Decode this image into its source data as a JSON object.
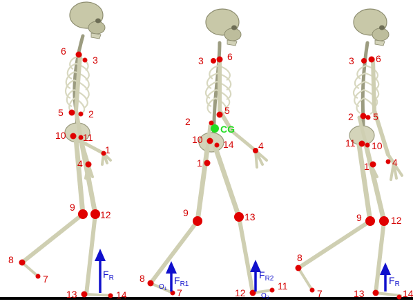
{
  "figures": [
    {
      "name": "left",
      "labels": [
        "6",
        "3",
        "5",
        "2",
        "10",
        "11",
        "1",
        "4",
        "9",
        "12",
        "8",
        "7",
        "13",
        "14"
      ],
      "force_label": "F",
      "force_sub": "R"
    },
    {
      "name": "middle",
      "labels": [
        "3",
        "6",
        "5",
        "2",
        "10",
        "14",
        "4",
        "1",
        "9",
        "13",
        "8",
        "7",
        "12",
        "11"
      ],
      "cg_label": "CG",
      "force_left_label": "F",
      "force_left_sub": "R1",
      "force_right_label": "F",
      "force_right_sub": "R2",
      "o1": "O",
      "o1_sub": "1",
      "o2": "O",
      "o2_sub": "2"
    },
    {
      "name": "right",
      "labels": [
        "3",
        "6",
        "2",
        "5",
        "11",
        "10",
        "1",
        "4",
        "9",
        "12",
        "8",
        "7",
        "13",
        "14"
      ],
      "force_label": "F",
      "force_sub": "R"
    }
  ],
  "colors": {
    "joint": "#e00000",
    "force": "#1010cc",
    "cg": "#22dd22",
    "ground": "#000000"
  }
}
